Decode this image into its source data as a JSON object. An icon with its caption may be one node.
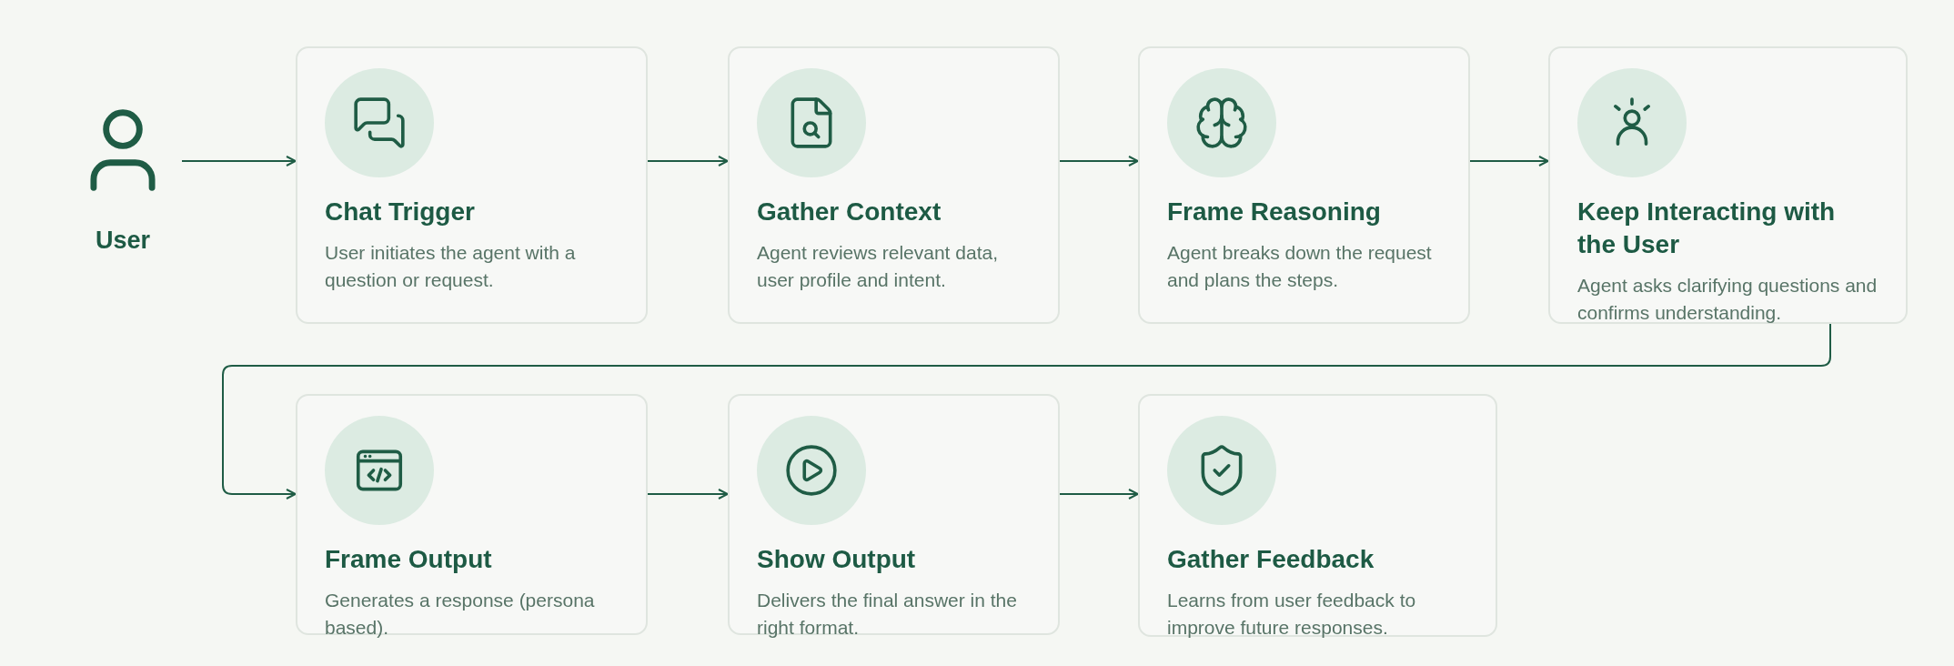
{
  "diagram": {
    "nodes": [
      {
        "text": [
          "User"
        ]
      },
      {
        "text": [
          "Chat Trigger",
          "User initiates the agent with a question or request."
        ]
      },
      {
        "text": [
          "Gather Context",
          "Agent reviews relevant data, user profile and intent."
        ]
      },
      {
        "text": [
          "Frame Reasoning",
          "Agent breaks down the request and plans the steps."
        ]
      },
      {
        "text": [
          "Keep Interacting with the User",
          "Agent asks clarifying questions and confirms understanding."
        ]
      },
      {
        "text": [
          "Frame Output",
          "Generates a response (persona based)."
        ]
      },
      {
        "text": [
          "Show Output",
          "Delivers the final answer in the right format."
        ]
      },
      {
        "text": [
          "Gather Feedback",
          "Learns from user feedback to improve future responses."
        ]
      }
    ],
    "edges": [
      {
        "from": 0,
        "to": 1,
        "arrow": "to"
      },
      {
        "from": 1,
        "to": 2,
        "arrow": "to"
      },
      {
        "from": 2,
        "to": 3,
        "arrow": "to"
      },
      {
        "from": 3,
        "to": 4,
        "arrow": "to"
      },
      {
        "from": 4,
        "to": 5,
        "arrow": "to"
      },
      {
        "from": 5,
        "to": 6,
        "arrow": "to"
      },
      {
        "from": 6,
        "to": 7,
        "arrow": "to"
      }
    ]
  }
}
